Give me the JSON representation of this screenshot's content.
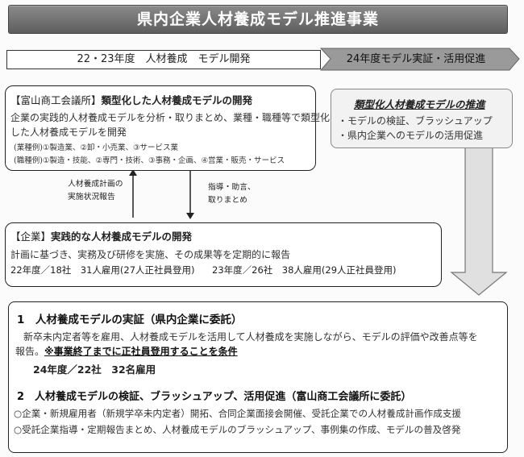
{
  "header": {
    "title": "県内企業人材養成モデル推進事業"
  },
  "phases": {
    "left": "22・23年度　人材養成　モデル開発",
    "right": "24年度モデル実証・活用促進"
  },
  "box_top": {
    "heading_org": "【富山商工会議所】",
    "heading_title": "類型化した人材養成モデルの開発",
    "line1": "企業の実践的人材養成モデルを分析・取りまとめ、業種・職種等で類型化",
    "line2": "した人材養成モデルを開発",
    "example1": "(業種例)①製造業、②卸・小売業、③サービス業",
    "example2": "(職種例)①製造・技能、②専門・技術、③事務・企画、④営業・販売・サービス"
  },
  "arrows": {
    "up_label_1": "人材養成計画の",
    "up_label_2": "実施状況報告",
    "down_label_1": "指導・助言、",
    "down_label_2": "取りまとめ"
  },
  "box_mid": {
    "heading_org": "【企業】",
    "heading_title": "実践的な人材養成モデルの開発",
    "line1": "計画に基づき、実務及び研修を実施、その成果等を定期的に報告",
    "stat1": "22年度／18社　31人雇用(27人正社員登用)",
    "stat2": "23年度／26社　38人雇用(29人正社員登用)"
  },
  "box_right": {
    "heading": "類型化人材養成モデルの推進",
    "item1": "・モデルの検証、ブラッシュアップ",
    "item2": "・県内企業へのモデルの活用促進"
  },
  "box_bottom": {
    "s1_title": "1　人材養成モデルの実証（県内企業に委託）",
    "s1_line1": "新卒未内定者等を雇用、人材養成モデルを活用して人材養成を実施しながら、モデルの評価や改善点等を",
    "s1_line2_prefix": "報告。",
    "s1_line2_condition": "※事業終了までに正社員登用することを条件",
    "s1_stat": "24年度／22社　32名雇用",
    "s2_title": "2　人材養成モデルの検証、ブラッシュアップ、活用促進（富山商工会議所に委託）",
    "s2_line1": "○企業・新規雇用者（新規学卒未内定者）開拓、合同企業面接会開催、受託企業での人材養成計画作成支援",
    "s2_line2": "○受託企業指導・定期報告まとめ、人材養成モデルのブラッシュアップ、事例集の作成、モデルの普及啓発"
  }
}
